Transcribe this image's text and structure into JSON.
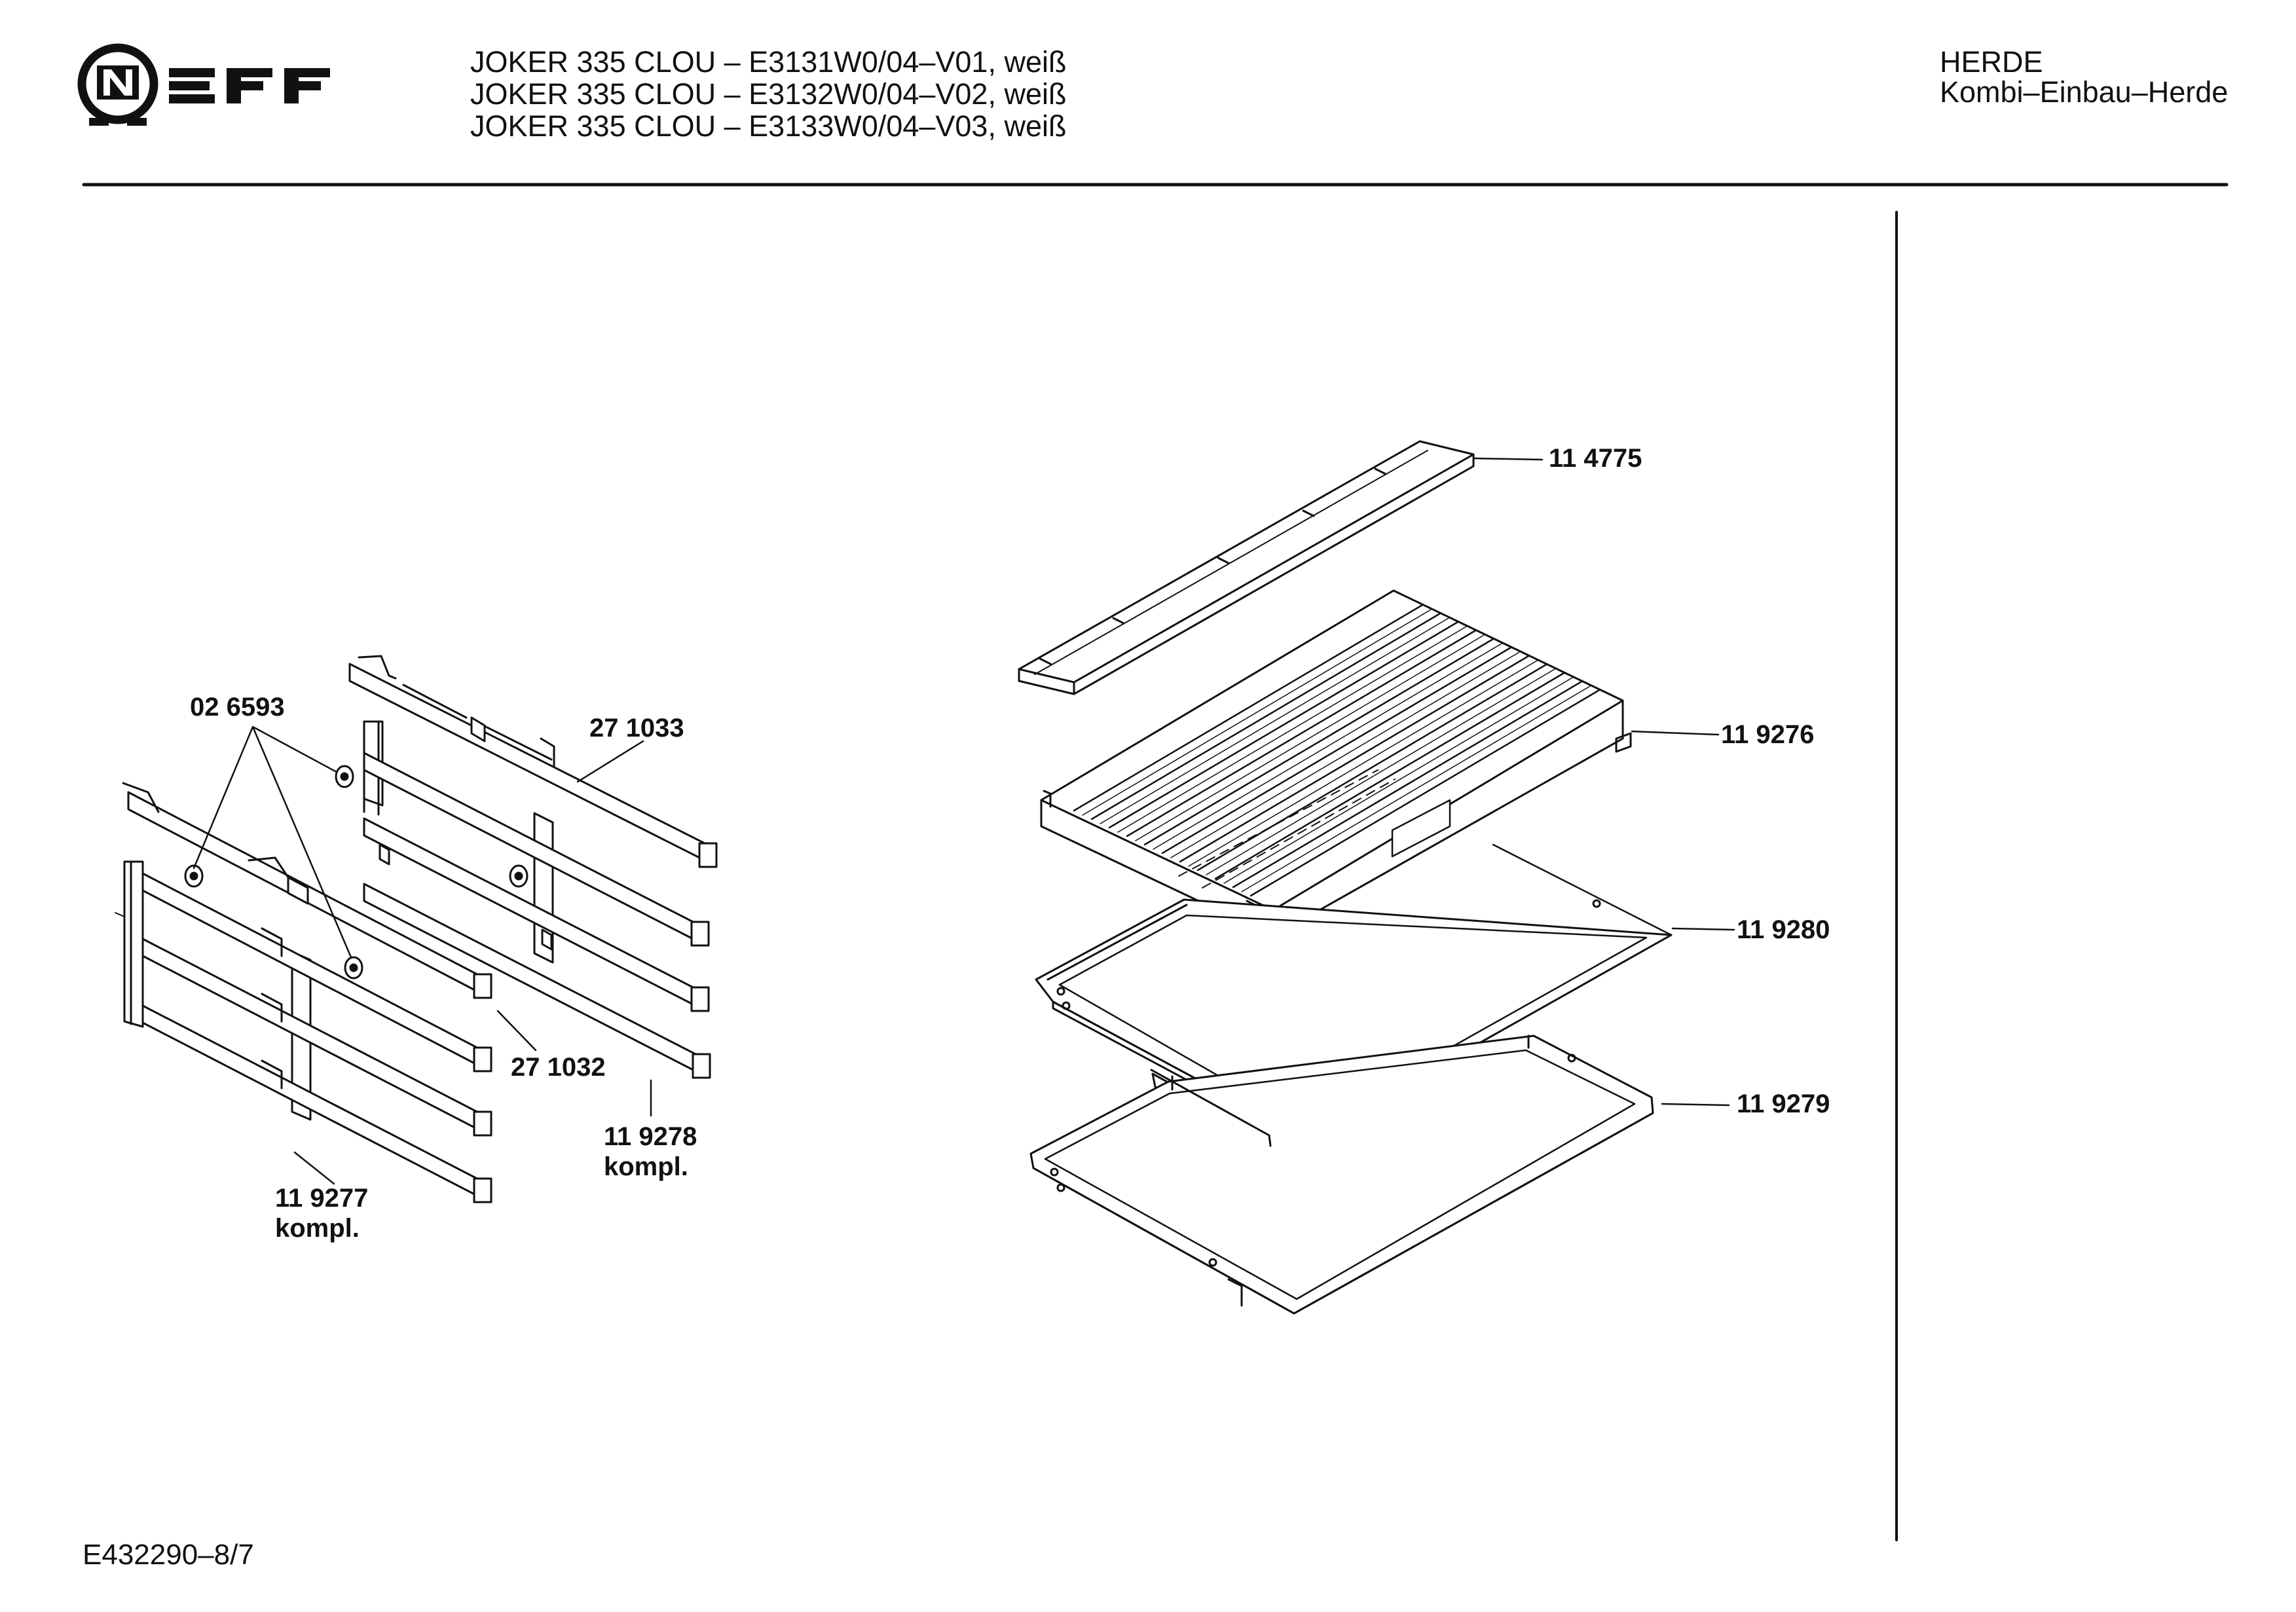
{
  "header": {
    "brand": "NEFF",
    "models": [
      "JOKER 335 CLOU – E3131W0/04–V01, weiß",
      "JOKER 335 CLOU – E3132W0/04–V02, weiß",
      "JOKER 335 CLOU – E3133W0/04–V03, weiß"
    ],
    "category": "HERDE",
    "subcategory": "Kombi–Einbau–Herde"
  },
  "callouts": {
    "p114775": "11 4775",
    "p119276": "11 9276",
    "p119280": "11 9280",
    "p119279": "11 9279",
    "p026593": "02 6593",
    "p271033": "27 1033",
    "p271032": "27 1032",
    "p119278": "11 9278",
    "p119278_note": "kompl.",
    "p119277": "11 9277",
    "p119277_note": "kompl."
  },
  "footer": {
    "doc_code": "E432290–8/7"
  }
}
